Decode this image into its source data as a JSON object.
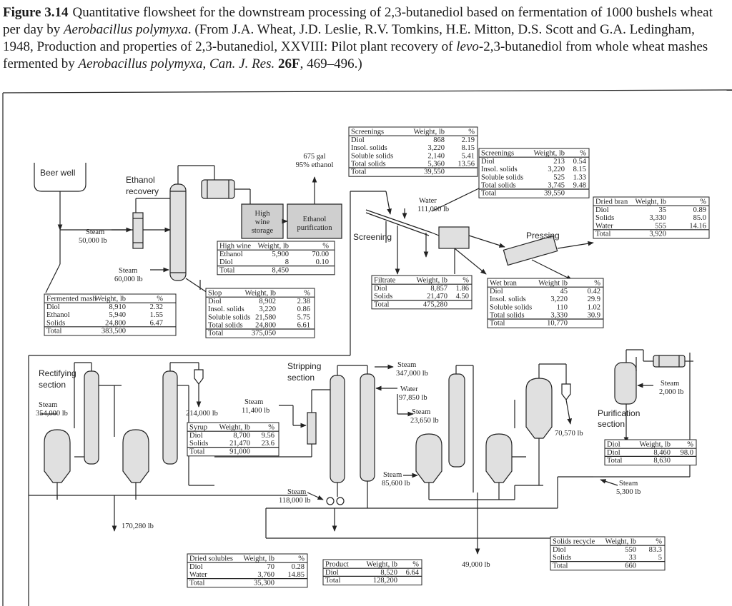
{
  "caption": {
    "figure_label": "Figure 3.14",
    "text_1": "Quantitative flowsheet for the downstream processing of 2,3-butanediol based on fermentation of 1000 bushels wheat per day by ",
    "organism": "Aerobacillus polymyxa",
    "text_2": ". (From J.A. Wheat, J.D. Leslie, R.V. Tomkins, H.E. Mitton, D.S. Scott and G.A. Ledingham, 1948, Production and properties of 2,3-butanediol, XXVIII: Pilot plant recovery of ",
    "levo": "levo",
    "text_3": "-2,3-butanediol from whole wheat mashes fermented by ",
    "organism2": "Aerobacillus polymyxa",
    "text_4": ", ",
    "journal": "Can. J. Res.",
    "volume": "26F",
    "text_5": ", 469–496.)"
  },
  "labels": {
    "beer_well": "Beer well",
    "ethanol_recovery_1": "Ethanol",
    "ethanol_recovery_2": "recovery",
    "steam_50000_a": "Steam",
    "steam_50000_b": "50,000 lb",
    "steam_60000_a": "Steam",
    "steam_60000_b": "60,000 lb",
    "high_wine_1": "High",
    "high_wine_2": "wine",
    "high_wine_3": "storage",
    "ethanol_purif_1": "Ethanol",
    "ethanol_purif_2": "purification",
    "gal_675_a": "675 gal",
    "gal_675_b": "95% ethanol",
    "screening": "Screening",
    "water_111000_a": "Water",
    "water_111000_b": "111,000 lb",
    "pressing": "Pressing",
    "rectifying_1": "Rectifying",
    "rectifying_2": "section",
    "steam_354000_a": "Steam",
    "steam_354000_b": "354,000 lb",
    "lb_214000": "214,000 lb",
    "steam_11400_a": "Steam",
    "steam_11400_b": "11,400 lb",
    "stripping_1": "Stripping",
    "stripping_2": "section",
    "steam_347000_a": "Steam",
    "steam_347000_b": "347,000 lb",
    "water_97850_a": "Water",
    "water_97850_b": "97,850 lb",
    "steam_23650_a": "Steam",
    "steam_23650_b": "23,650 lb",
    "steam_85600_a": "Steam",
    "steam_85600_b": "85,600 lb",
    "steam_118000_a": "Steam",
    "steam_118000_b": "118,000 lb",
    "lb_170280": "170,280 lb",
    "lb_49000": "49,000 lb",
    "lb_70570": "70,570 lb",
    "steam_2000_a": "Steam",
    "steam_2000_b": "2,000 lb",
    "purification_1": "Purification",
    "purification_2": "section",
    "steam_5300_a": "Steam",
    "steam_5300_b": "5,300 lb"
  },
  "tables": {
    "fermented_mash": {
      "header": [
        "Fermented mash",
        "Weight, lb",
        "%"
      ],
      "rows": [
        [
          "Diol",
          "8,910",
          "2.32"
        ],
        [
          "Ethanol",
          "5,940",
          "1.55"
        ],
        [
          "Solids",
          "24,800",
          "6.47"
        ],
        [
          "Total",
          "383,500",
          ""
        ]
      ]
    },
    "high_wine": {
      "header": [
        "High wine",
        "Weight, lb",
        "%"
      ],
      "rows": [
        [
          "Ethanol",
          "5,900",
          "70.00"
        ],
        [
          "Diol",
          "8",
          "0.10"
        ],
        [
          "Total",
          "8,450",
          ""
        ]
      ]
    },
    "slop": {
      "header": [
        "Slop",
        "Weight, lb",
        "%"
      ],
      "rows": [
        [
          "Diol",
          "8,902",
          "2.38"
        ],
        [
          "Insol. solids",
          "3,220",
          "0.86"
        ],
        [
          "Soluble solids",
          "21,580",
          "5.75"
        ],
        [
          "Total solids",
          "24,800",
          "6.61"
        ],
        [
          "Total",
          "375,050",
          ""
        ]
      ]
    },
    "screenings1": {
      "header": [
        "Screenings",
        "Weight, lb",
        "%"
      ],
      "rows": [
        [
          "Diol",
          "868",
          "2.19"
        ],
        [
          "Insol. solids",
          "3,220",
          "8.15"
        ],
        [
          "Soluble solids",
          "2,140",
          "5.41"
        ],
        [
          "Total solids",
          "5,360",
          "13.56"
        ],
        [
          "Total",
          "39,550",
          ""
        ]
      ]
    },
    "screenings2": {
      "header": [
        "Screenings",
        "Weight, lb",
        "%"
      ],
      "rows": [
        [
          "Diol",
          "213",
          "0.54"
        ],
        [
          "Insol. solids",
          "3,220",
          "8.15"
        ],
        [
          "Soluble solids",
          "525",
          "1.33"
        ],
        [
          "Total solids",
          "3,745",
          "9.48"
        ],
        [
          "Total",
          "39,550",
          ""
        ]
      ]
    },
    "dried_bran": {
      "header": [
        "Dried bran",
        "Weight, lb",
        "%"
      ],
      "rows": [
        [
          "Diol",
          "35",
          "0.89"
        ],
        [
          "Solids",
          "3,330",
          "85.0"
        ],
        [
          "Water",
          "555",
          "14.16"
        ],
        [
          "Total",
          "3,920",
          ""
        ]
      ]
    },
    "filtrate": {
      "header": [
        "Filtrate",
        "Weight, lb",
        "%"
      ],
      "rows": [
        [
          "Diol",
          "8,857",
          "1.86"
        ],
        [
          "Solids",
          "21,470",
          "4.50"
        ],
        [
          "Total",
          "475,280",
          ""
        ]
      ]
    },
    "wet_bran": {
      "header": [
        "Wet bran",
        "Weight lb",
        "%"
      ],
      "rows": [
        [
          "Diol",
          "45",
          "0.42"
        ],
        [
          "Insol. solids",
          "3,220",
          "29.9"
        ],
        [
          "Soluble solids",
          "110",
          "1.02"
        ],
        [
          "Total solids",
          "3,330",
          "30.9"
        ],
        [
          "Total",
          "10,770",
          ""
        ]
      ]
    },
    "syrup": {
      "header": [
        "Syrup",
        "Weight, lb",
        "%"
      ],
      "rows": [
        [
          "Diol",
          "8,700",
          "9.56"
        ],
        [
          "Solids",
          "21,470",
          "23.6"
        ],
        [
          "Total",
          "91,000",
          ""
        ]
      ]
    },
    "diol": {
      "header": [
        "Diol",
        "Weight, lb",
        "%"
      ],
      "rows": [
        [
          "Diol",
          "8,460",
          "98.0"
        ],
        [
          "Total",
          "8,630",
          ""
        ]
      ]
    },
    "dried_solubles": {
      "header": [
        "Dried solubles",
        "Weight, lb",
        "%"
      ],
      "rows": [
        [
          "Diol",
          "70",
          "0.28"
        ],
        [
          "Water",
          "3,760",
          "14.85"
        ],
        [
          "Total",
          "35,300",
          ""
        ]
      ]
    },
    "product": {
      "header": [
        "Product",
        "Weight, lb",
        "%"
      ],
      "rows": [
        [
          "Diol",
          "8,520",
          "6.64"
        ],
        [
          "Total",
          "128,200",
          ""
        ]
      ]
    },
    "solids_recycle": {
      "header": [
        "Solids recycle",
        "Weight, lb",
        "%"
      ],
      "rows": [
        [
          "Diol",
          "550",
          "83.3"
        ],
        [
          "Solids",
          "33",
          "5"
        ],
        [
          "Total",
          "660",
          ""
        ]
      ]
    }
  }
}
